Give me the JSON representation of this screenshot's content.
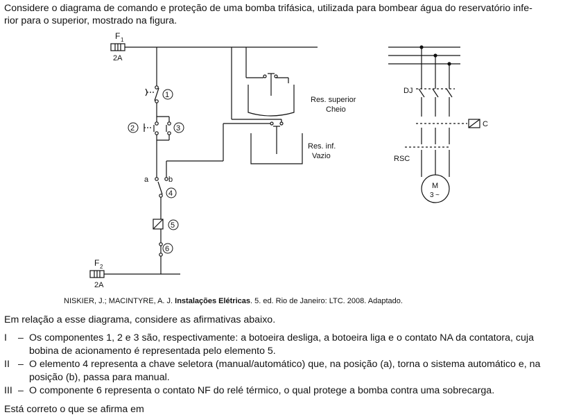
{
  "question": {
    "intro_line1": "Considere o diagrama de comando e proteção de uma bomba trifásica, utilizada para bombear água do reservatório infe-",
    "intro_line2": "rior para o superior, mostrado na figura.",
    "consider": "Em relação a esse diagrama, considere as afirmativas abaixo.",
    "items": [
      {
        "num": "I",
        "line1": "Os componentes 1, 2 e 3 são, respectivamente: a botoeira desliga, a botoeira liga e o contato NA da contatora, cuja",
        "line2": "bobina de acionamento é representada pelo elemento 5."
      },
      {
        "num": "II",
        "line1": "O elemento 4 representa a chave seletora (manual/automático) que, na posição (a), torna o sistema automático e, na",
        "line2": "posição (b), passa para manual."
      },
      {
        "num": "III",
        "line1": "O componente 6 representa o contato NF do relé térmico, o qual protege a bomba contra uma sobrecarga.",
        "line2": ""
      }
    ],
    "dash": "–",
    "closing": "Está correto o que se afirma em"
  },
  "reference": {
    "authors": "NISKIER, J.; MACINTYRE, A. J. ",
    "title": "Instalações Elétricas",
    "rest": ". 5. ed. Rio de Janeiro: LTC. 2008. Adaptado."
  },
  "diagram": {
    "fuse_top_label": "F",
    "fuse_top_sub": "1",
    "fuse_top_rating": "2A",
    "fuse_bottom_label": "F",
    "fuse_bottom_sub": "2",
    "fuse_bottom_rating": "2A",
    "marker_1": "1",
    "marker_2": "2",
    "marker_3": "3",
    "marker_4": "4",
    "marker_5": "5",
    "marker_6": "6",
    "pos_a": "a",
    "pos_b": "b",
    "res_sup_line1": "Res. superior",
    "res_sup_line2": "Cheio",
    "res_inf_line1": "Res. inf.",
    "res_inf_line2": "Vazio",
    "dj": "DJ",
    "c": "C",
    "rsc": "RSC",
    "motor_m": "M",
    "motor_3": "3",
    "motor_tilde": "~"
  }
}
